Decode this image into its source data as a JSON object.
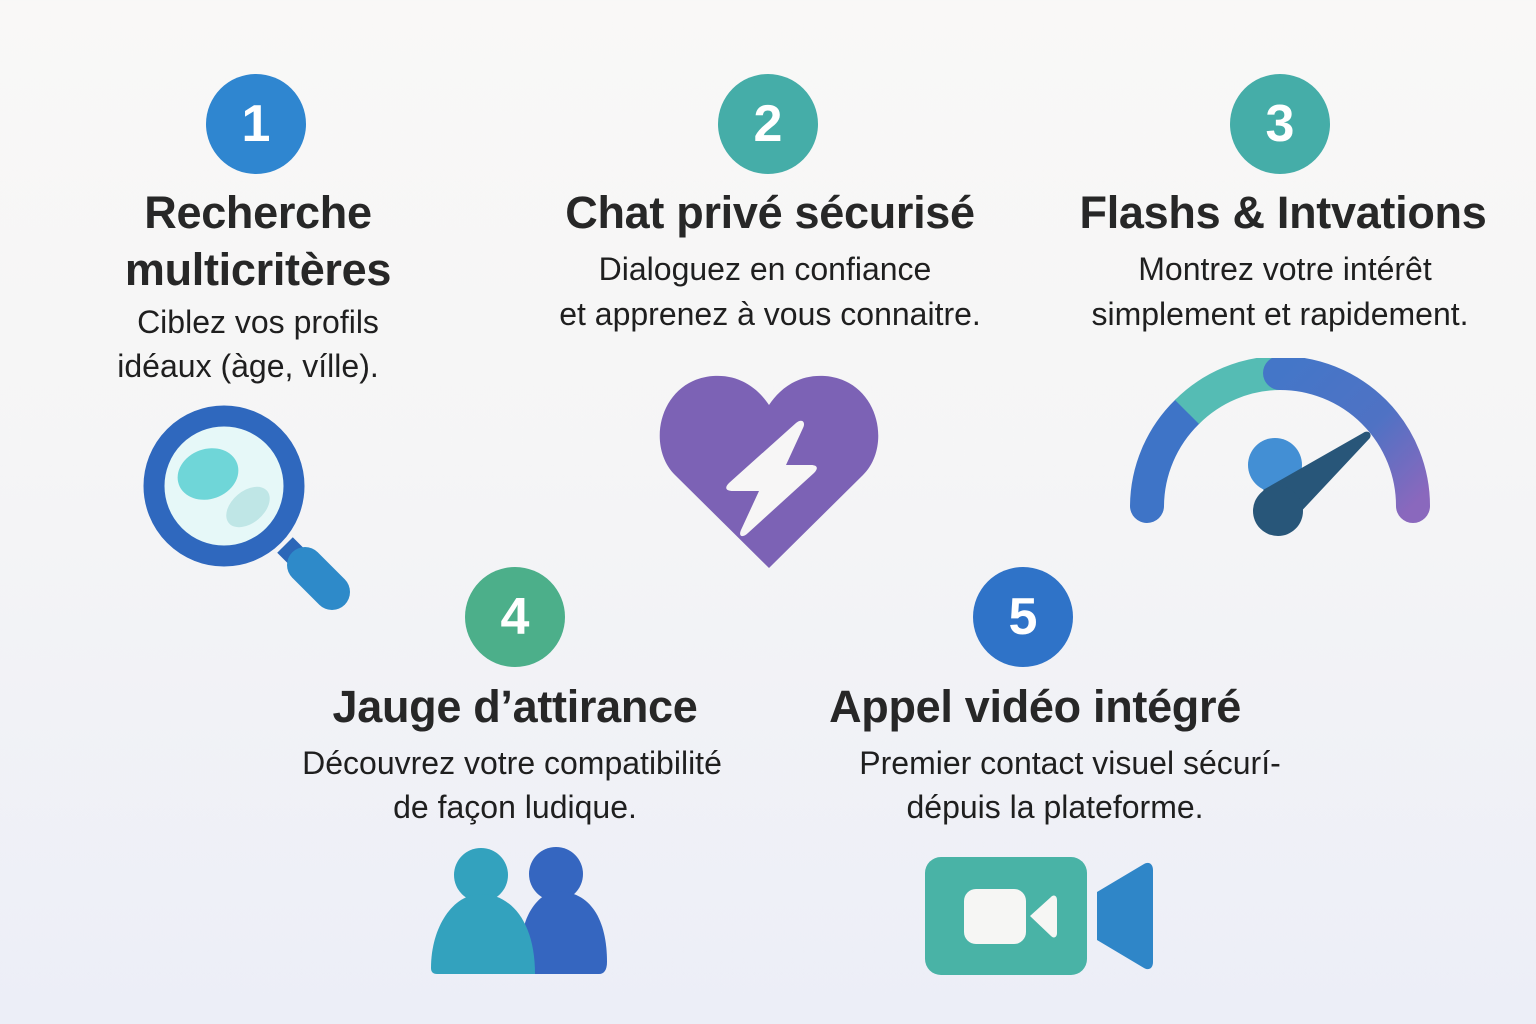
{
  "colors": {
    "badge1": "#2f86d0",
    "badge2": "#45ada8",
    "badge3": "#45ada8",
    "badge4": "#4caf8a",
    "badge5": "#2f73c8",
    "heart": "#7c62b5",
    "text": "#262626"
  },
  "features": [
    {
      "number": "1",
      "title_line1": "Recherche",
      "title_line2": "multicritères",
      "desc_line1": "Ciblez vos profils",
      "desc_line2": "idéaux (àge, vílle).",
      "icon": "magnifier-icon"
    },
    {
      "number": "2",
      "title": "Chat privé sécurisé",
      "desc_line1": "Dialoguez en confiance",
      "desc_line2": "et apprenez à vous connaitre.",
      "icon": "heart-lightning-icon"
    },
    {
      "number": "3",
      "title": "Flashs & Intvations",
      "desc_line1": "Montrez votre intérêt",
      "desc_line2": "simplement et rapidement.",
      "icon": "gauge-icon"
    },
    {
      "number": "4",
      "title": "Jauge d’attirance",
      "desc_line1": "Découvrez votre compatibilité",
      "desc_line2": "de façon ludique.",
      "icon": "two-users-icon"
    },
    {
      "number": "5",
      "title": "Appel vidéo intégré",
      "desc_line1": "Premier contact visuel sécurí-",
      "desc_line2": "dépuis la plateforme.",
      "icon": "video-camera-icon"
    }
  ]
}
